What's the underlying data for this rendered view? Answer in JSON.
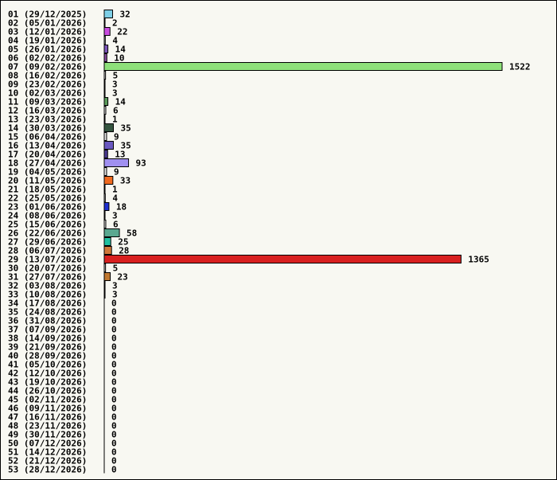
{
  "chart_data": {
    "type": "bar",
    "orientation": "horizontal",
    "title": "",
    "xlabel": "",
    "ylabel": "",
    "grid": false,
    "legend": "none",
    "xlim": [
      0,
      1522
    ],
    "categories": [
      "01 (29/12/2025)",
      "02 (05/01/2026)",
      "03 (12/01/2026)",
      "04 (19/01/2026)",
      "05 (26/01/2026)",
      "06 (02/02/2026)",
      "07 (09/02/2026)",
      "08 (16/02/2026)",
      "09 (23/02/2026)",
      "10 (02/03/2026)",
      "11 (09/03/2026)",
      "12 (16/03/2026)",
      "13 (23/03/2026)",
      "14 (30/03/2026)",
      "15 (06/04/2026)",
      "16 (13/04/2026)",
      "17 (20/04/2026)",
      "18 (27/04/2026)",
      "19 (04/05/2026)",
      "20 (11/05/2026)",
      "21 (18/05/2026)",
      "22 (25/05/2026)",
      "23 (01/06/2026)",
      "24 (08/06/2026)",
      "25 (15/06/2026)",
      "26 (22/06/2026)",
      "27 (29/06/2026)",
      "28 (06/07/2026)",
      "29 (13/07/2026)",
      "30 (20/07/2026)",
      "31 (27/07/2026)",
      "32 (03/08/2026)",
      "33 (10/08/2026)",
      "34 (17/08/2026)",
      "35 (24/08/2026)",
      "36 (31/08/2026)",
      "37 (07/09/2026)",
      "38 (14/09/2026)",
      "39 (21/09/2026)",
      "40 (28/09/2026)",
      "41 (05/10/2026)",
      "42 (12/10/2026)",
      "43 (19/10/2026)",
      "44 (26/10/2026)",
      "45 (02/11/2026)",
      "46 (09/11/2026)",
      "47 (16/11/2026)",
      "48 (23/11/2026)",
      "49 (30/11/2026)",
      "50 (07/12/2026)",
      "51 (14/12/2026)",
      "52 (21/12/2026)",
      "53 (28/12/2026)"
    ],
    "values": [
      32,
      2,
      22,
      4,
      14,
      10,
      1522,
      5,
      3,
      3,
      14,
      6,
      1,
      35,
      9,
      35,
      13,
      93,
      9,
      33,
      1,
      4,
      18,
      3,
      6,
      58,
      25,
      28,
      1365,
      5,
      23,
      3,
      3,
      0,
      0,
      0,
      0,
      0,
      0,
      0,
      0,
      0,
      0,
      0,
      0,
      0,
      0,
      0,
      0,
      0,
      0,
      0,
      0
    ],
    "colors": [
      "#7ecfe6",
      "#e0e0e0",
      "#c94ce0",
      "#d8d8d8",
      "#7a55b8",
      "#8a4aa0",
      "#8ee07a",
      "#e8e8e8",
      "#e8e8e8",
      "#e8e8e8",
      "#5a9a5a",
      "#e8e8e8",
      "#e8e8e8",
      "#355540",
      "#e8e8e8",
      "#6a58c0",
      "#4a3a90",
      "#a090f0",
      "#e8e8e8",
      "#f06a20",
      "#e8e8e8",
      "#e8e8e8",
      "#2030d0",
      "#e8e8e8",
      "#e8e8e8",
      "#5aa890",
      "#20c0a0",
      "#d0783a",
      "#d82020",
      "#e8e8e8",
      "#c07830",
      "#e8e8e8",
      "#e8e8e8",
      "#e8e8e8",
      "#e8e8e8",
      "#e8e8e8",
      "#e8e8e8",
      "#e8e8e8",
      "#e8e8e8",
      "#e8e8e8",
      "#e8e8e8",
      "#e8e8e8",
      "#e8e8e8",
      "#e8e8e8",
      "#e8e8e8",
      "#e8e8e8",
      "#e8e8e8",
      "#e8e8e8",
      "#e8e8e8",
      "#e8e8e8",
      "#e8e8e8",
      "#e8e8e8",
      "#e8e8e8"
    ],
    "background_color": "#f8f8f2",
    "axis_color": "#000000"
  }
}
